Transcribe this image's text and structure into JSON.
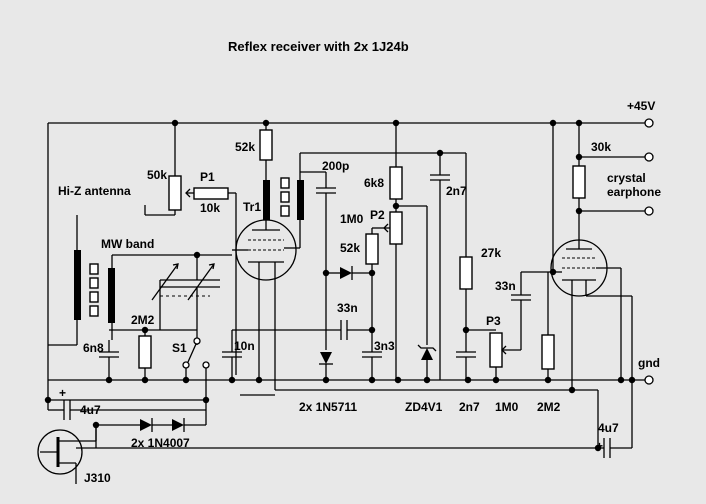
{
  "title": "Reflex receiver with 2x 1J24b",
  "labels": {
    "supply": "+45V",
    "ground": "gnd",
    "antenna": "Hi-Z antenna",
    "mw_band": "MW band",
    "transformer": "Tr1",
    "pot1": "P1",
    "pot2": "P2",
    "pot3": "P3",
    "switch": "S1",
    "earphone_line1": "crystal",
    "earphone_line2": "earphone",
    "jfet": "J310"
  },
  "values": {
    "p1_value": "50k",
    "p1_series": "10k",
    "plate_res": "52k",
    "cap_200p": "200p",
    "res_6k8": "6k8",
    "res_1m0_a": "1M0",
    "res_52k_b": "52k",
    "cap_2n7_top": "2n7",
    "res_27k": "27k",
    "cap_33n_a": "33n",
    "cap_33n_b": "33n",
    "res_30k": "30k",
    "cap_6n8": "6n8",
    "res_2m2_a": "2M2",
    "cap_10n": "10n",
    "cap_3n3": "3n3",
    "diodes_5711": "2x 1N5711",
    "zener": "ZD4V1",
    "cap_2n7_bot": "2n7",
    "res_1m0_b": "1M0",
    "res_2m2_b": "2M2",
    "cap_4u7_a": "4u7",
    "cap_4u7_b": "4u7",
    "diodes_4007": "2x 1N4007",
    "plus_a": "+",
    "plus_b": "+"
  }
}
